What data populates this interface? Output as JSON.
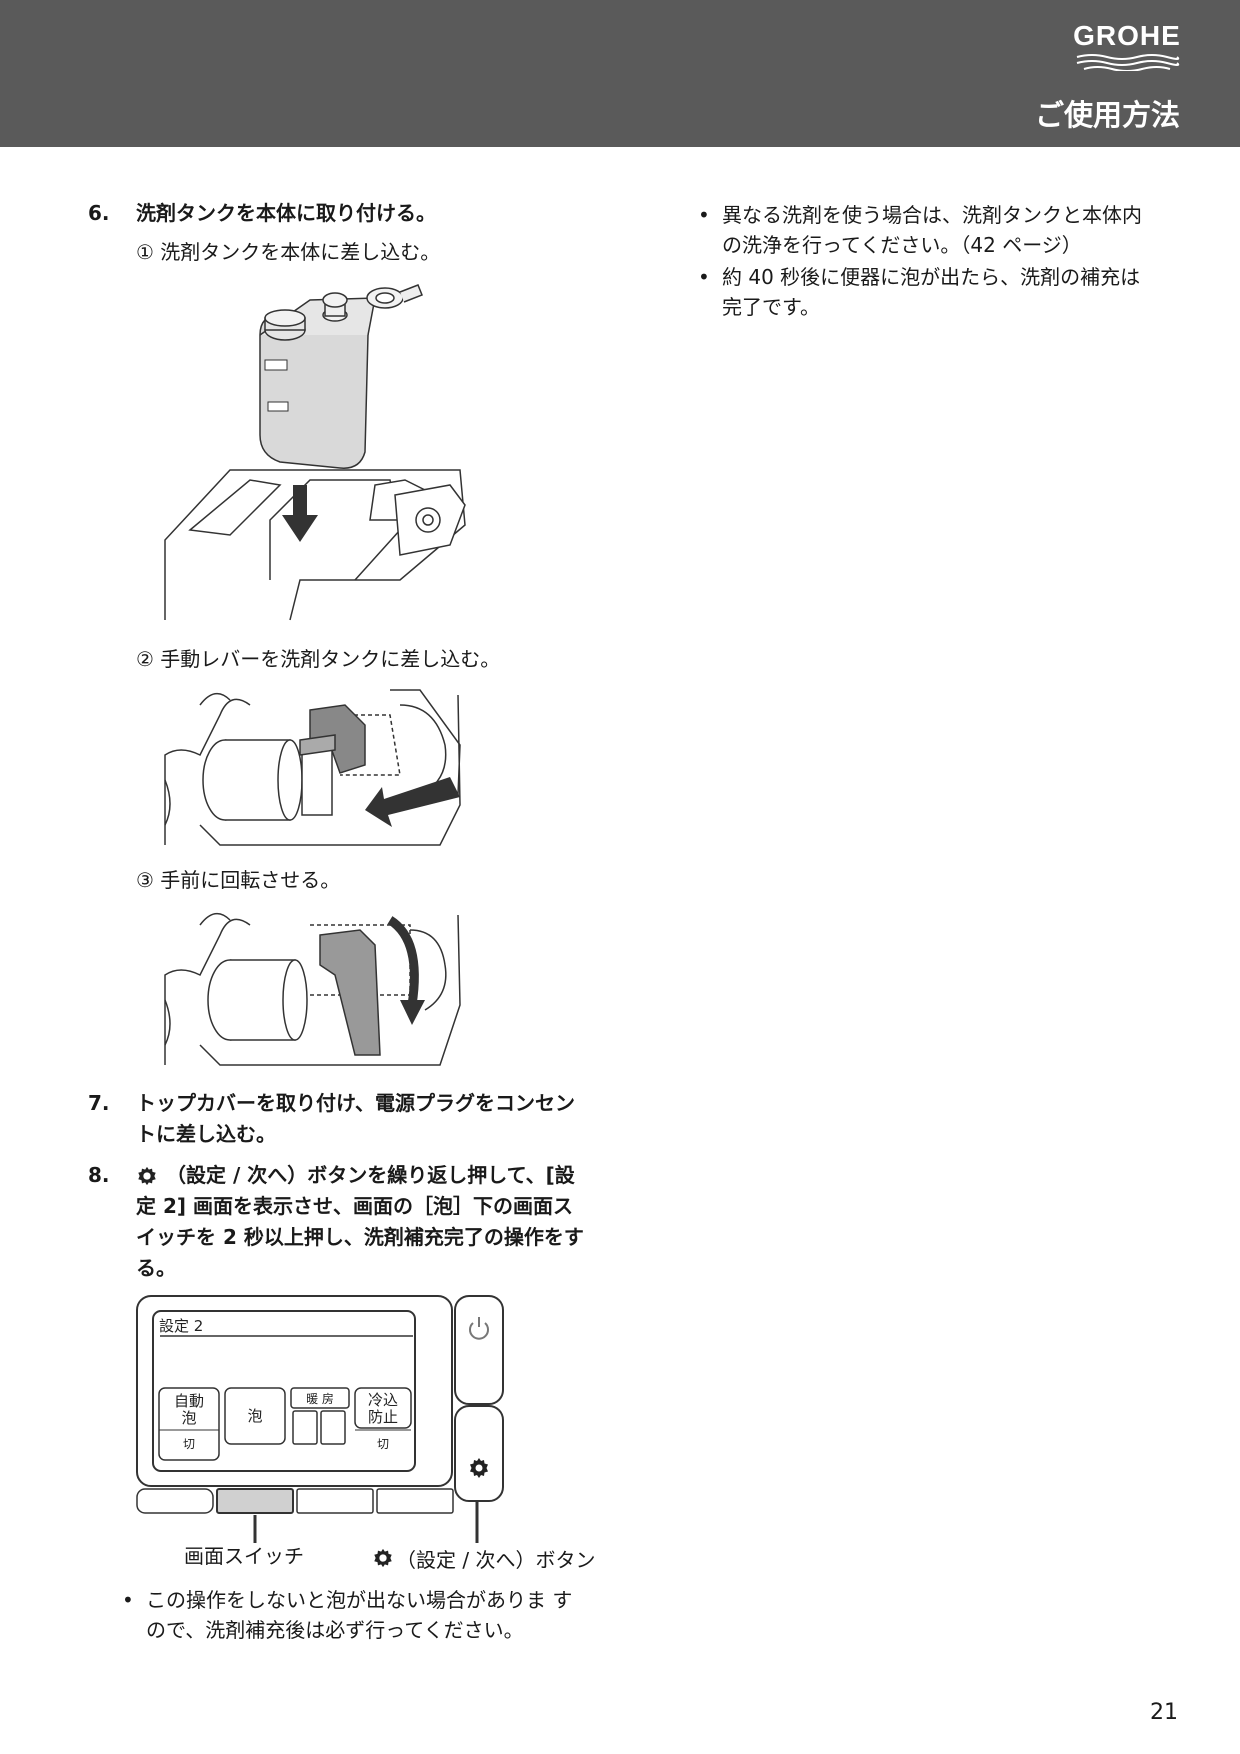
{
  "header": {
    "brand": "GROHE",
    "section_title": "ご使用方法"
  },
  "left": {
    "step6": {
      "num": "6.",
      "title": "洗剤タンクを本体に取り付ける。",
      "sub1": "① 洗剤タンクを本体に差し込む。",
      "sub2": "② 手動レバーを洗剤タンクに差し込む。",
      "sub3": "③ 手前に回転させる。"
    },
    "step7": {
      "num": "7.",
      "line1": "トップカバーを取り付け、電源プラグをコンセン",
      "line2": "トに差し込む。"
    },
    "step8": {
      "num": "8.",
      "line1": "（設定 / 次へ）ボタンを繰り返し押して、[設",
      "line2": "定 2] 画面を表示させ、画面の［泡］下の画面ス",
      "line3": "イッチを 2 秒以上押し、洗剤補充完了の操作をす",
      "line4": "る。"
    },
    "panel": {
      "screen_title": "設定 2",
      "btn1_line1": "自動",
      "btn1_line2": "泡",
      "btn1_sub": "切",
      "btn2": "泡",
      "btn3_label": "暖 房",
      "btn4_line1": "冷込",
      "btn4_line2": "防止",
      "btn4_sub": "切",
      "label_screen_switch": "画面スイッチ",
      "label_settings_button": "（設定 / 次へ）ボタン"
    },
    "note": {
      "line1": "この操作をしないと泡が出ない場合がありま す",
      "line2": "ので、洗剤補充後は必ず行ってください。"
    }
  },
  "right": {
    "bullets": [
      {
        "line1": "異なる洗剤を使う場合は、洗剤タンクと本体内",
        "line2": "の洗浄を行ってください。（42 ページ）"
      },
      {
        "line1": "約 40 秒後に便器に泡が出たら、洗剤の補充は",
        "line2": "完了です。"
      }
    ]
  },
  "page_number": "21"
}
